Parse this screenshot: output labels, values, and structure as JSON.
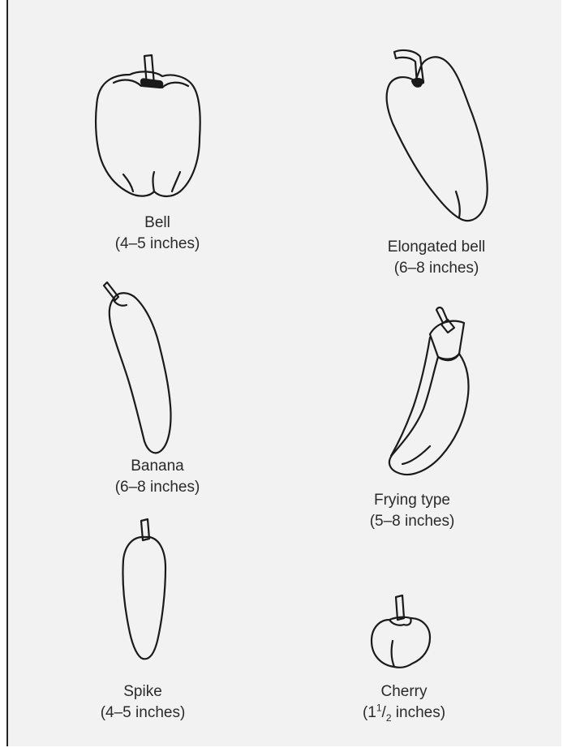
{
  "peppers": [
    {
      "id": "bell",
      "name": "Bell",
      "size": "(4–5 inches)"
    },
    {
      "id": "elongated-bell",
      "name": "Elongated bell",
      "size": "(6–8 inches)"
    },
    {
      "id": "banana",
      "name": "Banana",
      "size": "(6–8 inches)"
    },
    {
      "id": "frying-type",
      "name": "Frying type",
      "size": "(5–8 inches)"
    },
    {
      "id": "spike",
      "name": "Spike",
      "size": "(4–5 inches)"
    },
    {
      "id": "cherry",
      "name": "Cherry",
      "size_prefix": "(1",
      "size_sup": "1",
      "size_mid": "/",
      "size_sub": "2",
      "size_suffix": " inches)"
    }
  ],
  "colors": {
    "ink": "#1a1a1a",
    "background": "#f2f2f2",
    "border": "#222222"
  }
}
